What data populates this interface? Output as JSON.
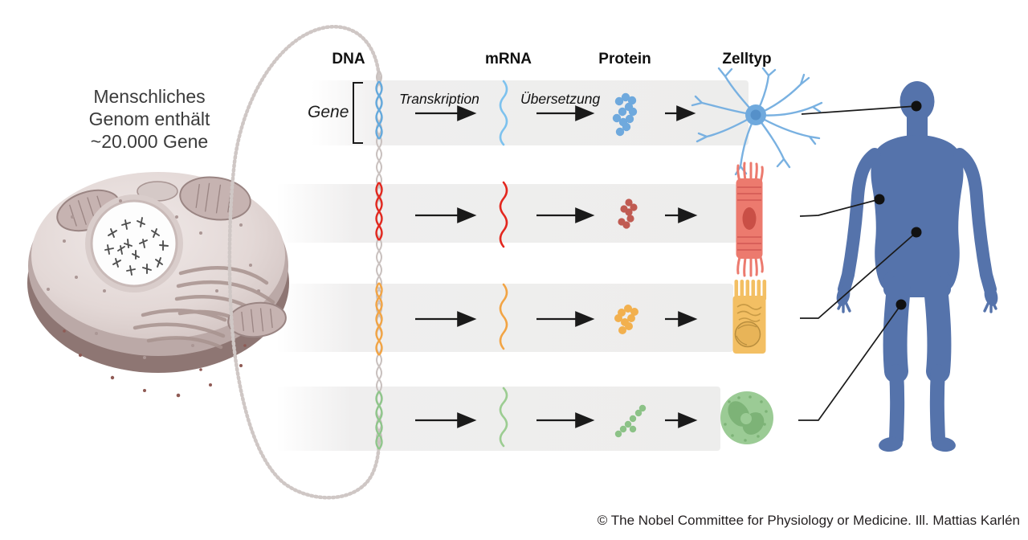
{
  "header": {
    "dna": "DNA",
    "mrna": "mRNA",
    "protein": "Protein",
    "zelltyp": "Zelltyp"
  },
  "annotations": {
    "genome_note_lines": [
      "Menschliches",
      "Genom enthält",
      "~20.000 Gene"
    ],
    "gene_label": "Gene",
    "transcription_label": "Transkription",
    "translation_label": "Übersetzung"
  },
  "rows": [
    {
      "gene_color": "#63a9dd",
      "mrna_color": "#7dc2ee",
      "protein_color": "#6fa9dd",
      "cell_type": "nerve-cell",
      "cell_color": "#79b1e1"
    },
    {
      "gene_color": "#e3271e",
      "mrna_color": "#e3271e",
      "protein_color": "#c05b52",
      "cell_type": "muscle-cell",
      "cell_color": "#ec7a6e"
    },
    {
      "gene_color": "#f2a444",
      "mrna_color": "#f2a444",
      "protein_color": "#f2b04e",
      "cell_type": "intestinal-epithelial-cell",
      "cell_color": "#f3bf63"
    },
    {
      "gene_color": "#8fc68b",
      "mrna_color": "#9ccd92",
      "protein_color": "#8cc287",
      "cell_type": "white-blood-cell",
      "cell_color": "#9bcb95"
    }
  ],
  "footer": {
    "copyright": "© The Nobel Committee for Physiology or Medicine. Ill. Mattias Karlén"
  },
  "colors": {
    "body_silhouette": "#5573ab",
    "row_band": "#efeeee",
    "arrow": "#1a1a1a",
    "dna_coil_gray": "#cfc7c5"
  }
}
